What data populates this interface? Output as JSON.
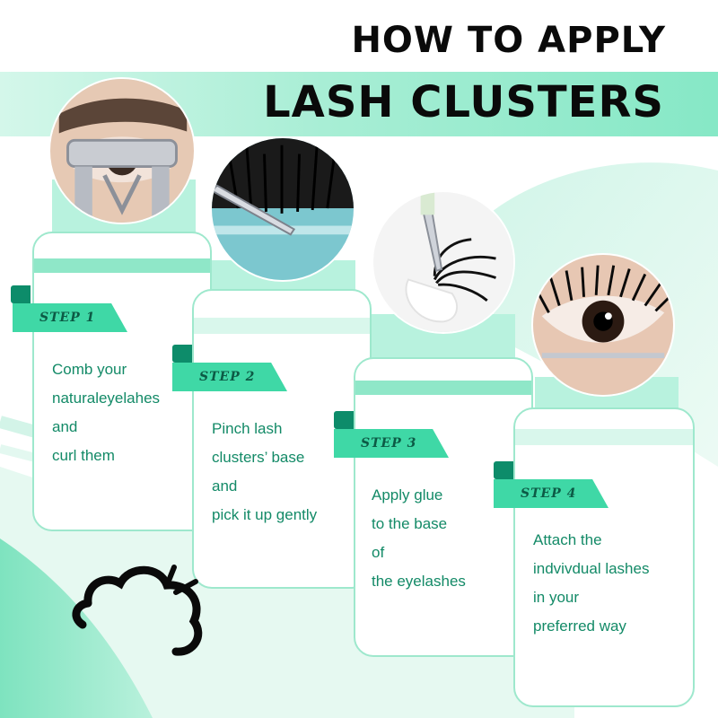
{
  "title": {
    "line1": "HOW TO APPLY",
    "line2": "LASH CLUSTERS"
  },
  "colors": {
    "accent": "#3fd8a6",
    "accent_dark": "#0d8c6a",
    "text_green": "#138a67",
    "band": "#a8eed5"
  },
  "steps": [
    {
      "label": "STEP 1",
      "photo_icon": "eyelash-curler-photo",
      "lines": [
        "Comb your",
        "naturaleyelahes",
        "and",
        "curl them"
      ]
    },
    {
      "label": "STEP 2",
      "photo_icon": "lash-tray-tweezers-photo",
      "lines": [
        "Pinch lash",
        "clusters’ base",
        "and",
        "pick it up gently"
      ]
    },
    {
      "label": "STEP 3",
      "photo_icon": "lash-cluster-glue-photo",
      "lines": [
        "Apply glue",
        "to the base",
        "of",
        "the eyelashes"
      ]
    },
    {
      "label": "STEP 4",
      "photo_icon": "applied-lashes-eye-photo",
      "lines": [
        "Attach the",
        "indvivdual lashes",
        "in your",
        "preferred way"
      ]
    }
  ]
}
